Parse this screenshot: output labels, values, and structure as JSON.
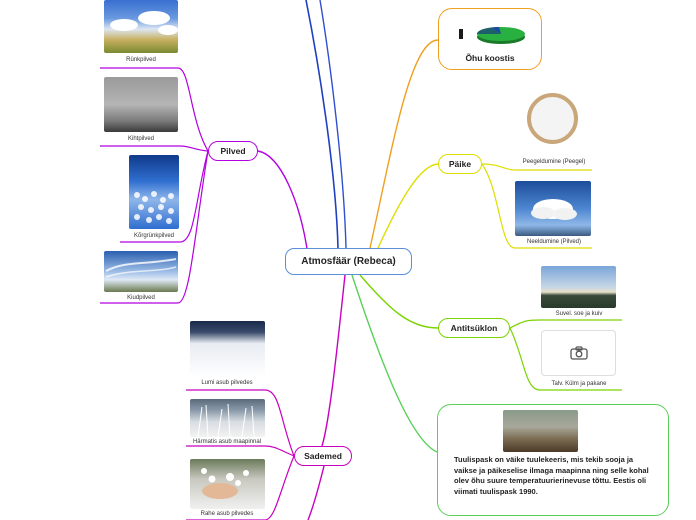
{
  "title": "Atmosfäär (Rebeca)",
  "branches": {
    "pilved": {
      "label": "Pilved",
      "items": [
        "Rünkpilved",
        "Kihtpilved",
        "Kõrgrünkpilved",
        "Kiudpilved"
      ]
    },
    "paike": {
      "label": "Päike",
      "items": [
        "Peegeldumine (Peegel)",
        "Neeldumine (Pilved)"
      ]
    },
    "antitsuklon": {
      "label": "Antitsüklon",
      "items": [
        "Suvel. soe ja kuiv",
        "Talv. Külm ja pakane"
      ]
    },
    "sademed": {
      "label": "Sademed",
      "items": [
        "Lumi asub pilvedes",
        "Härmatis asub maapinnal",
        "Rahe asub pilvedes"
      ]
    },
    "ohu": {
      "label": "Õhu koostis"
    },
    "tuul": {
      "text": "Tuulispask on väike tuulekeeris, mis tekib sooja ja vaikse ja päikeselise ilmaga maapinna  ning selle kohal olev õhu suure temperatuurierinevuse tõttu. Eestis oli viimati tuulispask 1990."
    }
  },
  "colors": {
    "pilved": "#b400e0",
    "paike": "#dede00",
    "antitsuklon": "#7ad400",
    "sademed": "#c800c0",
    "ohu": "#f0a020",
    "tuul": "#5ad05a",
    "main": "#5a8fd6"
  }
}
